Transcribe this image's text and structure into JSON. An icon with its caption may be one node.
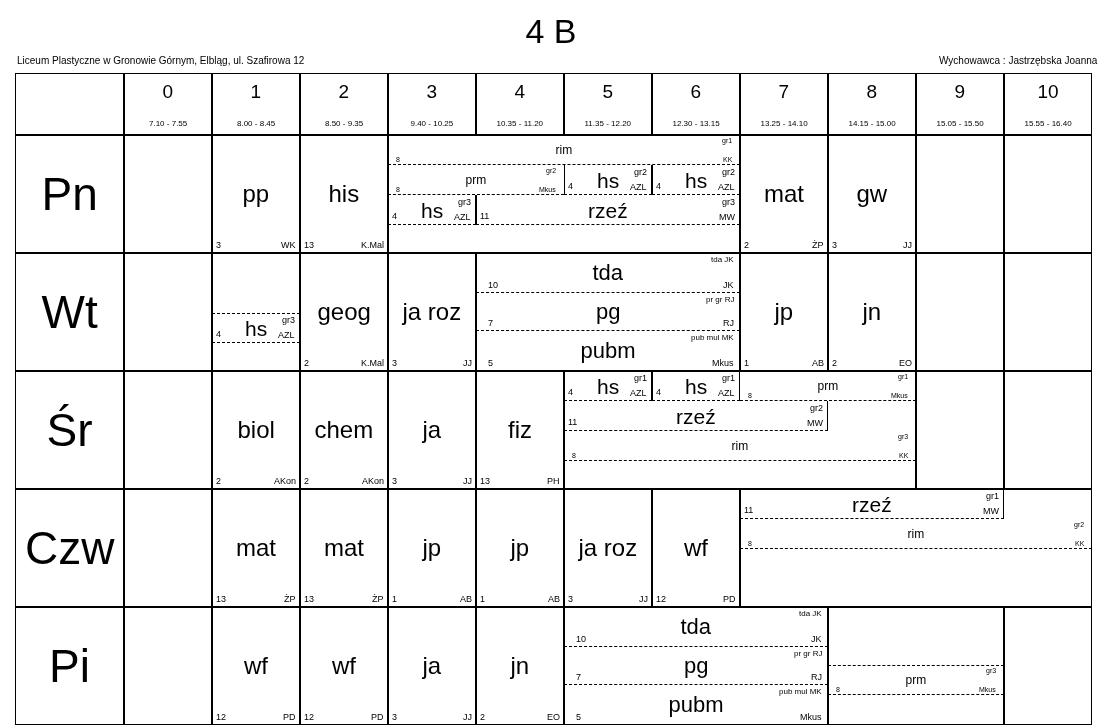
{
  "diagram": {
    "title": "4 B",
    "labels": [
      "Liceum Plastyczne w Gronowie Górnym, Elbląg, ul. Szafirowa 12",
      "Wychowawca : Jastrzębska Joanna",
      "0",
      "7.10 - 7.55",
      "1",
      "8.00 - 8.45",
      "2",
      "8.50 - 9.35",
      "3",
      "9.40 - 10.25",
      "4",
      "10.35 - 11.20",
      "5",
      "11.35 - 12.20",
      "6",
      "12.30 - 13.15",
      "7",
      "13.25 - 14.10",
      "8",
      "14.15 - 15.00",
      "9",
      "15.05 - 15.50",
      "10",
      "15.55 - 16.40",
      "Pn",
      "pp",
      "3",
      "WK",
      "his",
      "13",
      "K.Mal",
      "rim",
      "gr1",
      "8",
      "KK",
      "prm",
      "gr2",
      "8",
      "Mkus",
      "4",
      "hs",
      "gr2",
      "AZL",
      "4",
      "hs",
      "gr2",
      "AZL",
      "4",
      "hs",
      "gr3",
      "AZL",
      "11",
      "rzeź",
      "gr3",
      "MW",
      "mat",
      "2",
      "ŻP",
      "gw",
      "3",
      "JJ",
      "Wt",
      "4",
      "hs",
      "gr3",
      "AZL",
      "geog",
      "2",
      "K.Mal",
      "ja roz",
      "3",
      "JJ",
      "tda",
      "tda JK",
      "10",
      "JK",
      "pg",
      "pr gr RJ",
      "7",
      "RJ",
      "pubm",
      "pub mul MK",
      "5",
      "Mkus",
      "jp",
      "1",
      "AB",
      "jn",
      "2",
      "EO",
      "Śr",
      "biol",
      "2",
      "AKon",
      "chem",
      "2",
      "AKon",
      "ja",
      "3",
      "JJ",
      "fiz",
      "13",
      "PH",
      "4",
      "hs",
      "gr1",
      "AZL",
      "4",
      "hs",
      "gr1",
      "AZL",
      "prm",
      "gr1",
      "8",
      "Mkus",
      "11",
      "rzeź",
      "gr2",
      "MW",
      "rim",
      "gr3",
      "8",
      "KK",
      "Czw",
      "mat",
      "13",
      "ŻP",
      "mat",
      "13",
      "ŻP",
      "jp",
      "1",
      "AB",
      "jp",
      "1",
      "AB",
      "ja roz",
      "3",
      "JJ",
      "wf",
      "12",
      "PD",
      "11",
      "rzeź",
      "gr1",
      "MW",
      "rim",
      "gr2",
      "8",
      "KK",
      "Pi",
      "wf",
      "12",
      "PD",
      "wf",
      "12",
      "PD",
      "ja",
      "3",
      "JJ",
      "jn",
      "2",
      "EO",
      "tda",
      "tda JK",
      "10",
      "JK",
      "pg",
      "pr gr RJ",
      "7",
      "RJ",
      "pubm",
      "pub mul MK",
      "5",
      "Mkus",
      "prm",
      "gr3",
      "8",
      "Mkus"
    ]
  }
}
